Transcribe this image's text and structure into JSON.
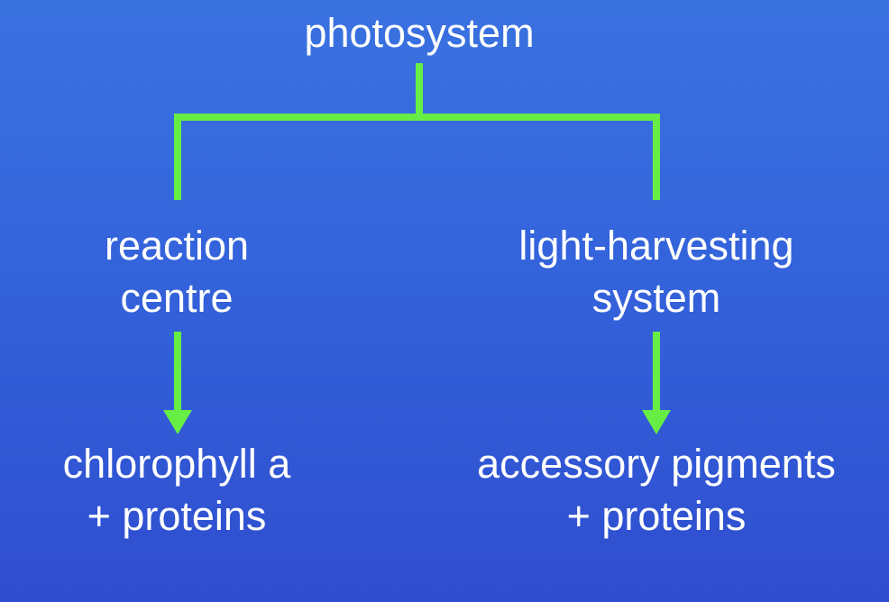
{
  "diagram": {
    "root": {
      "label": "photosystem"
    },
    "branches": [
      {
        "id": "rc",
        "label_lines": [
          "reaction",
          "centre"
        ],
        "child_lines": [
          "chlorophyll a",
          "+ proteins"
        ]
      },
      {
        "id": "lh",
        "label_lines": [
          "light-harvesting",
          "system"
        ],
        "child_lines": [
          "accessory pigments",
          "+ proteins"
        ]
      }
    ]
  },
  "colors": {
    "background_top": "#3a72e0",
    "background_bottom": "#2f4ecf",
    "connector": "#66ee44",
    "text": "#ffffff"
  }
}
